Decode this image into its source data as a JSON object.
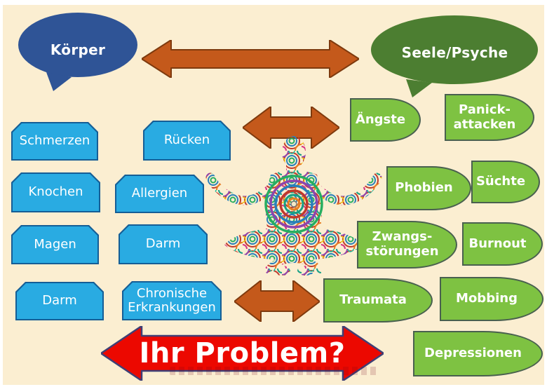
{
  "meta": {
    "language": "de",
    "kind": "mind-body psychosomatics diagram"
  },
  "colors": {
    "background": "#FBEED1",
    "frame": "#FFFFFF",
    "body_bubble": "#2F5496",
    "psyche_bubble": "#4C7E31",
    "body_box_fill": "#29ABE2",
    "body_box_border": "#155E96",
    "psyche_shape_fill": "#7EC242",
    "psyche_shape_border": "#49604F",
    "arrow_orange": "#C4591B",
    "arrow_orange_border": "#7E3A0E",
    "arrow_red": "#EC0800",
    "arrow_red_border": "#3F3F75"
  },
  "bubbles": {
    "koerper": {
      "label": "Körper"
    },
    "seele": {
      "label": "Seele/Psyche"
    }
  },
  "body_items": [
    {
      "label": "Schmerzen"
    },
    {
      "label": "Rücken"
    },
    {
      "label": "Knochen"
    },
    {
      "label": "Allergien"
    },
    {
      "label": "Magen"
    },
    {
      "label": "Darm"
    },
    {
      "label": "Darm"
    },
    {
      "label": "Chronische Erkrankungen"
    }
  ],
  "psyche_items": [
    {
      "label": "Ängste"
    },
    {
      "label": "Panick-attacken"
    },
    {
      "label": "Phobien"
    },
    {
      "label": "Süchte"
    },
    {
      "label": "Zwangs-störungen"
    },
    {
      "label": "Burnout"
    },
    {
      "label": "Traumata"
    },
    {
      "label": "Mobbing"
    },
    {
      "label": "Depressionen"
    }
  ],
  "banner": {
    "label": "Ihr Problem?"
  },
  "figure": {
    "icon": "meditating-person-icon",
    "style": "multicolor scribble art"
  }
}
